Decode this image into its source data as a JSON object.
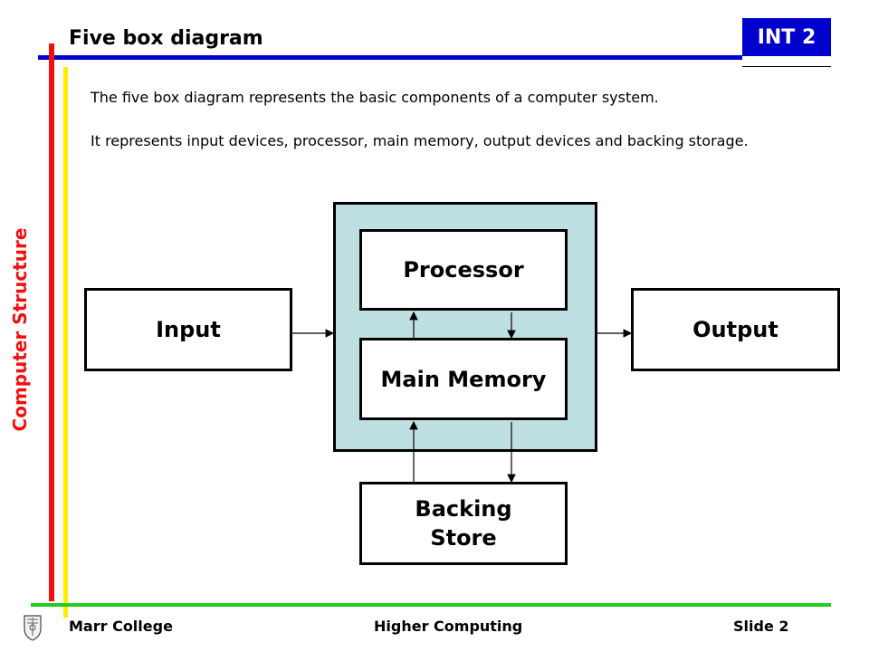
{
  "header": {
    "title": "Five box diagram",
    "badge": "INT 2"
  },
  "sidebar": {
    "label": "Computer Structure"
  },
  "intro": {
    "paragraph1": "The five box diagram represents the basic components of a computer system.",
    "paragraph2": "It represents input devices, processor, main memory, output devices and backing storage."
  },
  "diagram": {
    "processor": "Processor",
    "main_memory": "Main Memory",
    "input": "Input",
    "output": "Output",
    "backing_store_line1": "Backing",
    "backing_store_line2": "Store"
  },
  "footer": {
    "left": "Marr College",
    "center": "Higher Computing",
    "right": "Slide 2"
  },
  "colors": {
    "blue_bar": "#0000cc",
    "red_bar": "#ee1111",
    "yellow_bar": "#ffee00",
    "green_bar": "#22cc22",
    "cpu_fill": "#bfe0e3"
  }
}
